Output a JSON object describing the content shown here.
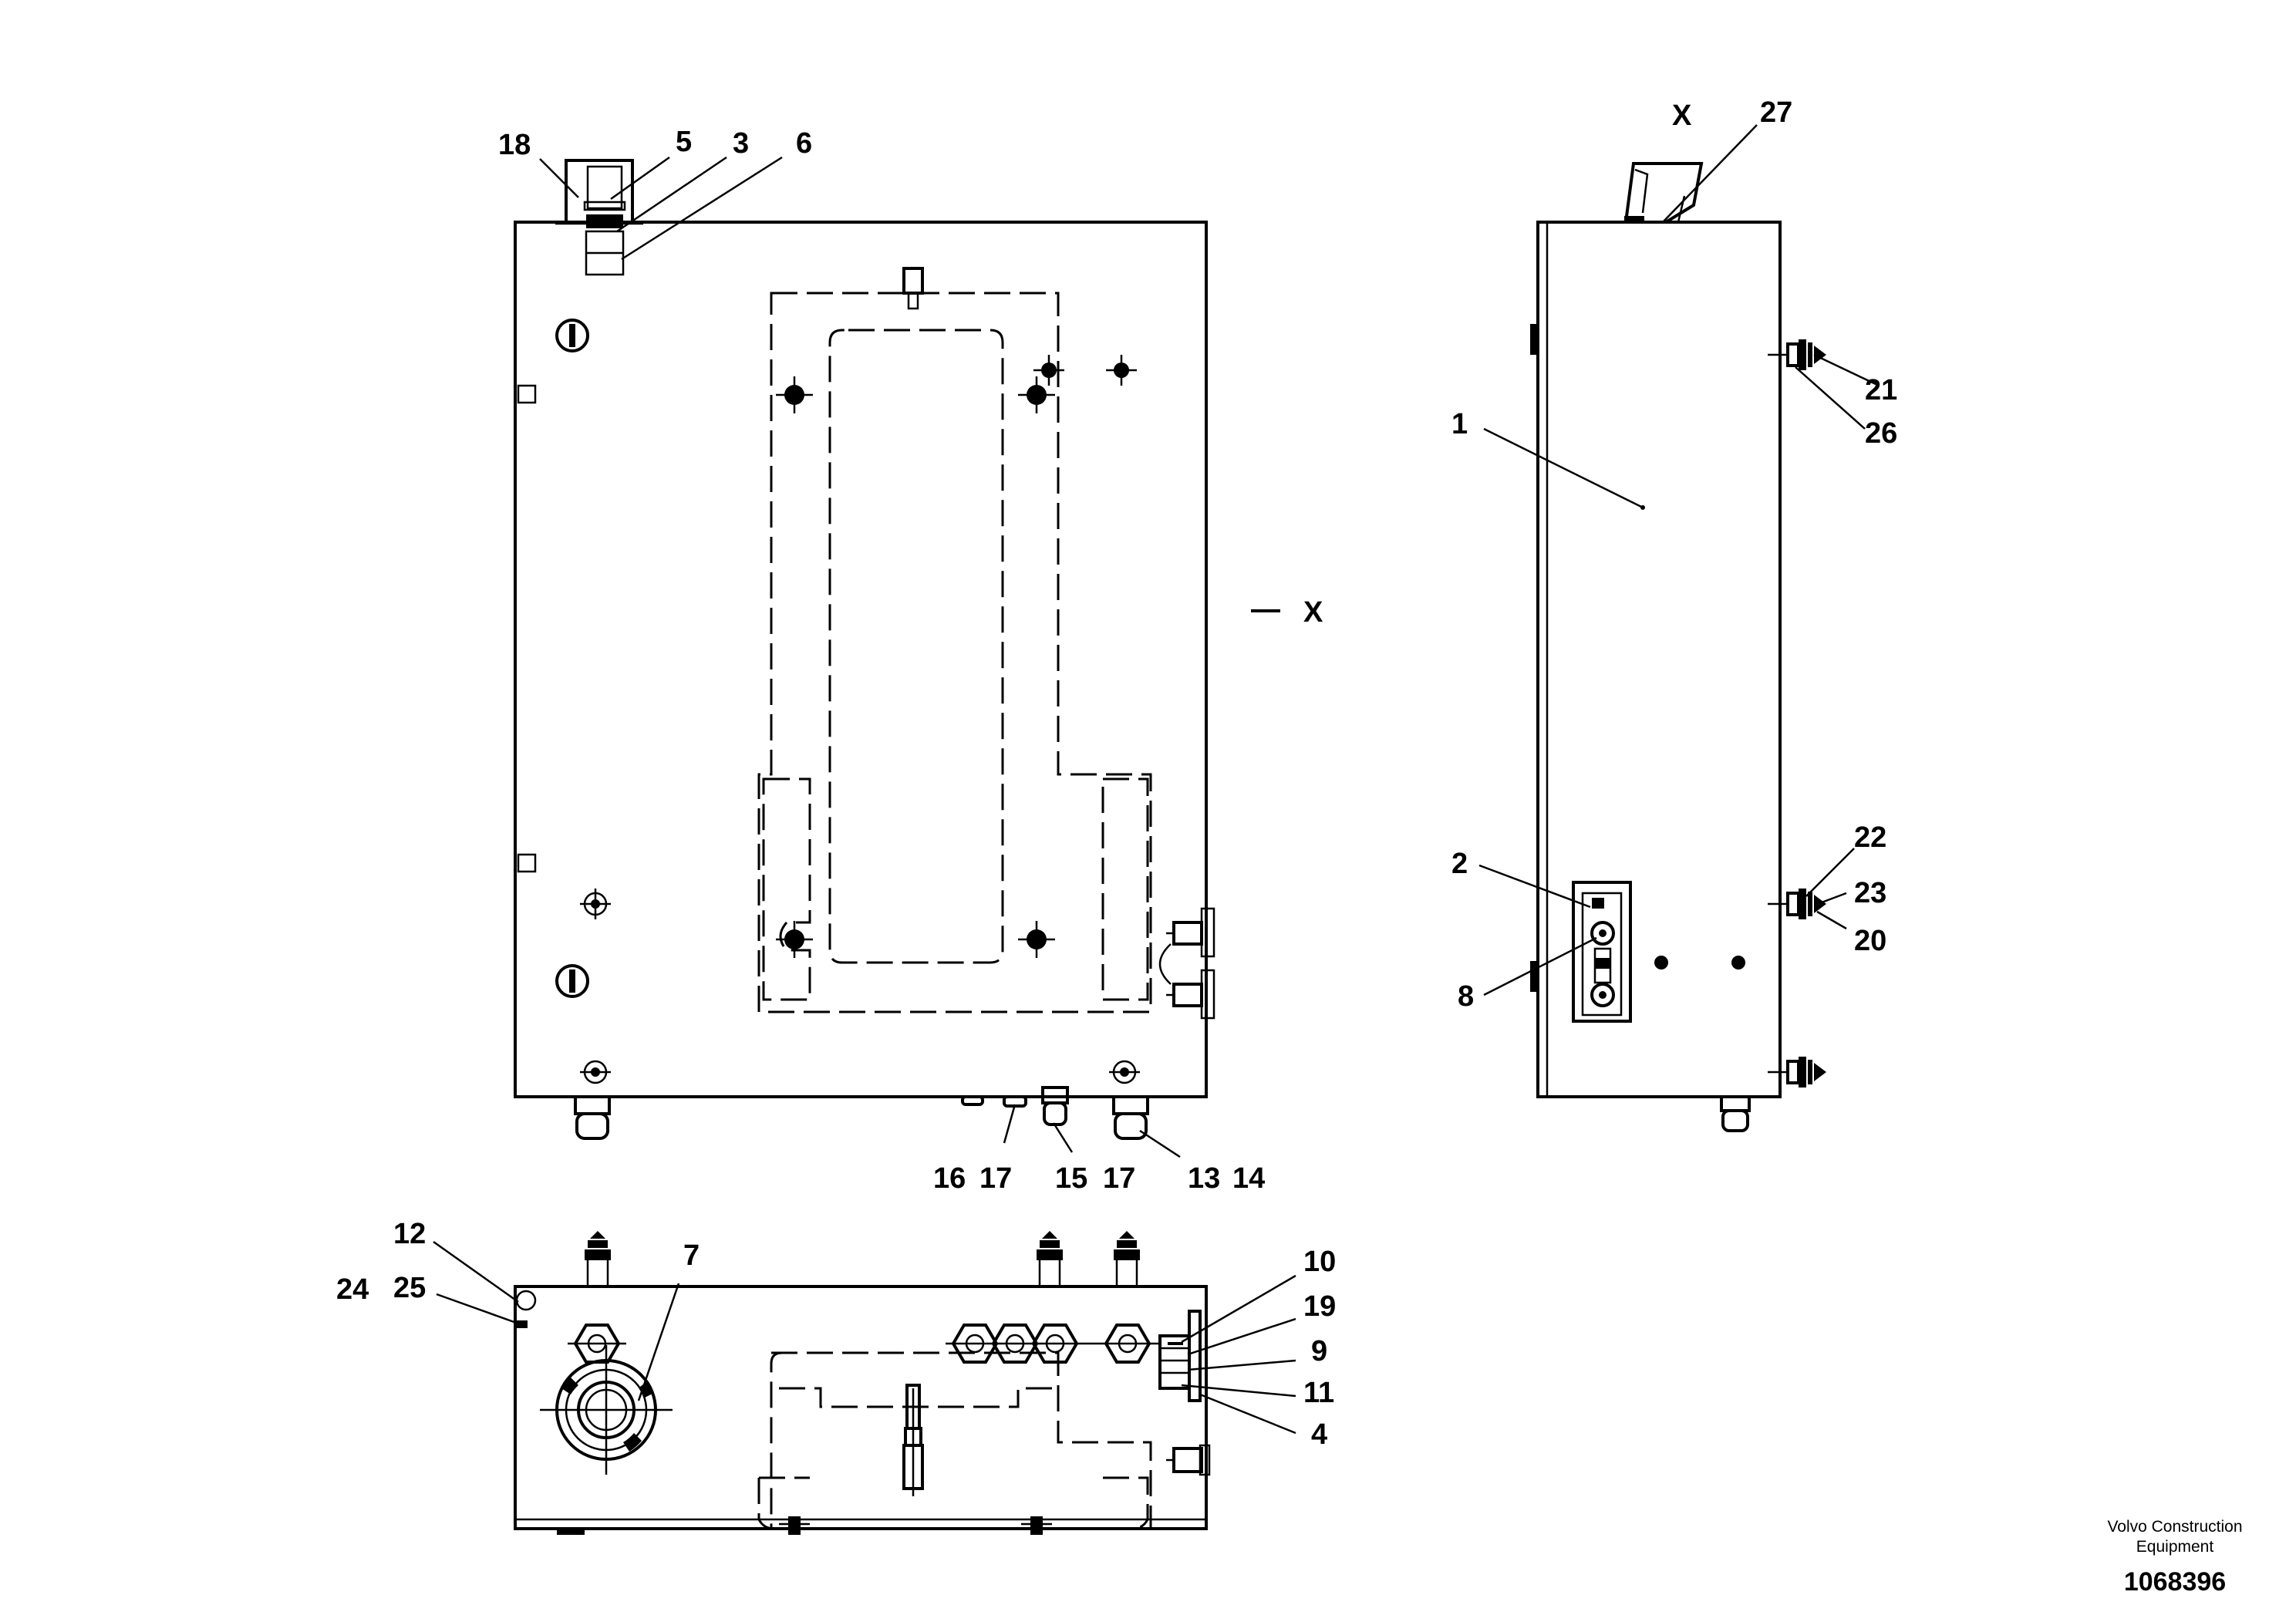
{
  "labels": {
    "front": {
      "n18": "18",
      "n5": "5",
      "n3": "3",
      "n6": "6",
      "x_marker": "X",
      "n16": "16",
      "n17a": "17",
      "n15": "15",
      "n17b": "17",
      "n13": "13",
      "n14": "14"
    },
    "side": {
      "x_marker": "X",
      "n27": "27",
      "n21": "21",
      "n26": "26",
      "n1": "1",
      "n2": "2",
      "n8": "8",
      "n22": "22",
      "n23": "23",
      "n20": "20"
    },
    "top": {
      "n12": "12",
      "n24": "24",
      "n25": "25",
      "n7": "7",
      "n10": "10",
      "n19": "19",
      "n9": "9",
      "n11": "11",
      "n4": "4"
    }
  },
  "title_block": {
    "company_line1": "Volvo Construction",
    "company_line2": "Equipment",
    "document_number": "1068396"
  }
}
